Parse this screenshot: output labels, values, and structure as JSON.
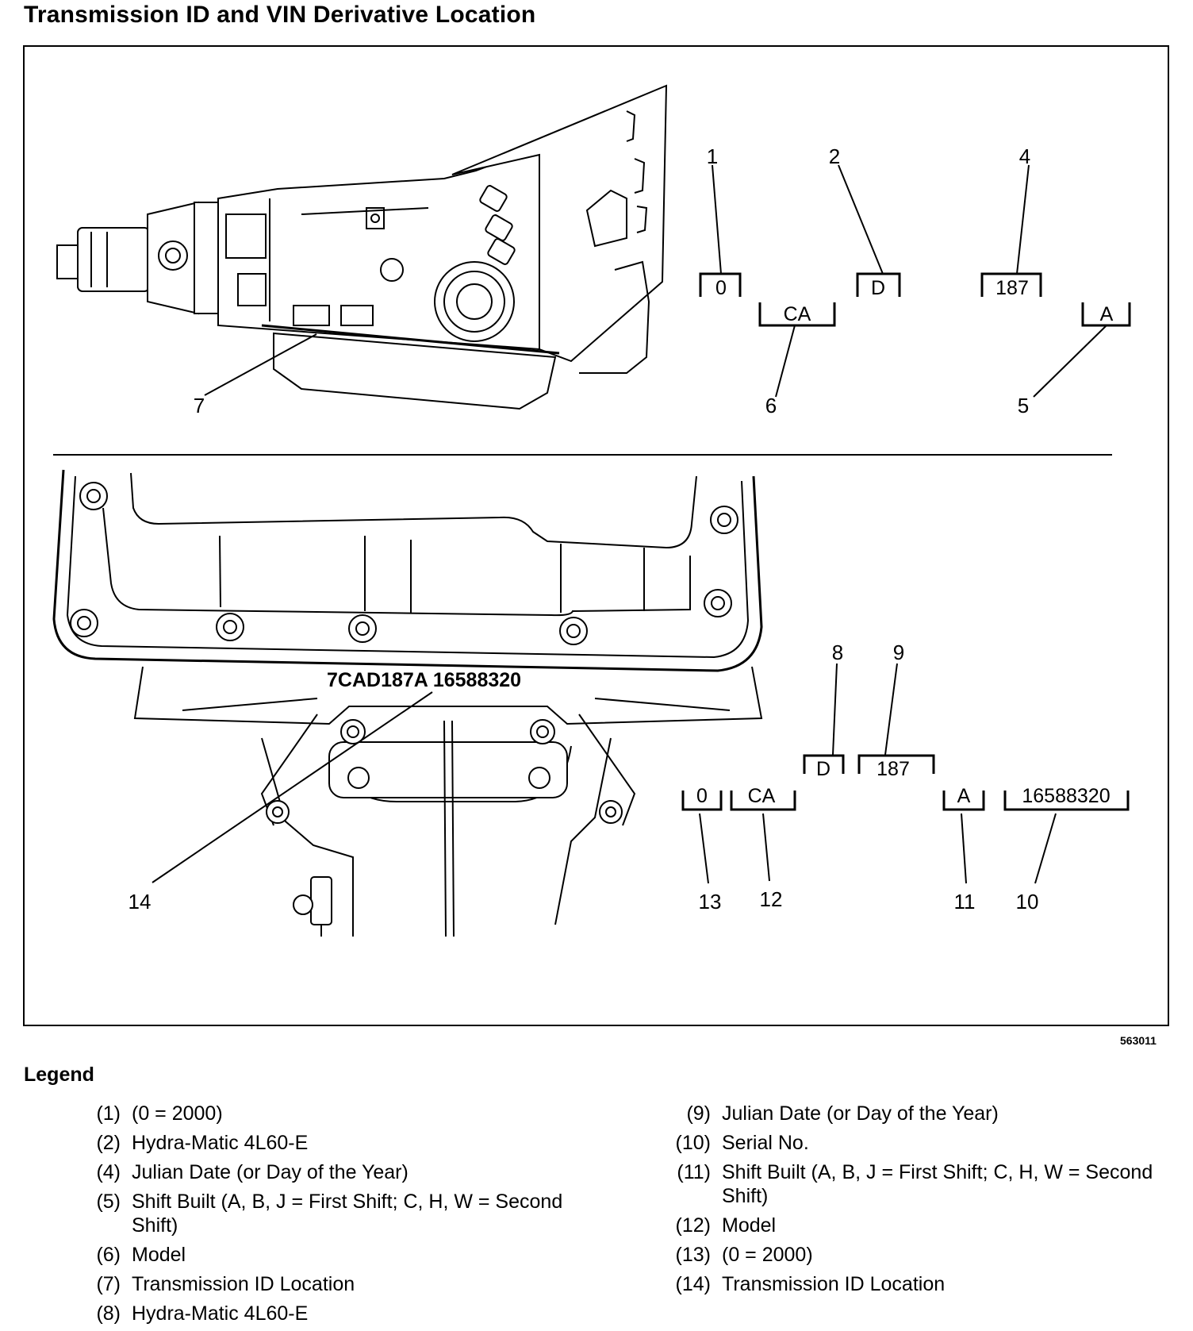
{
  "title": "Transmission ID and VIN Derivative Location",
  "figure_id": "563011",
  "top_diagram": {
    "callouts": [
      "1",
      "2",
      "4",
      "5",
      "6",
      "7"
    ],
    "boxes": {
      "year": "0",
      "model": "CA",
      "trans": "D",
      "julian": "187",
      "shift": "A"
    }
  },
  "bottom_diagram": {
    "stamp": "7CAD187A 16588320",
    "callouts": [
      "8",
      "9",
      "10",
      "11",
      "12",
      "13",
      "14"
    ],
    "boxes": {
      "year": "0",
      "model": "CA",
      "trans": "D",
      "julian": "187",
      "shift": "A",
      "serial": "16588320"
    }
  },
  "legend": {
    "title": "Legend",
    "left": [
      {
        "num": "(1)",
        "text": "(0 = 2000)"
      },
      {
        "num": "(2)",
        "text": "Hydra-Matic 4L60-E"
      },
      {
        "num": "(4)",
        "text": "Julian Date (or Day of the Year)"
      },
      {
        "num": "(5)",
        "text": "Shift Built (A, B, J = First Shift; C, H, W = Second Shift)"
      },
      {
        "num": "(6)",
        "text": "Model"
      },
      {
        "num": "(7)",
        "text": "Transmission ID Location"
      },
      {
        "num": "(8)",
        "text": "Hydra-Matic 4L60-E"
      }
    ],
    "right": [
      {
        "num": "(9)",
        "text": "Julian Date (or Day of the Year)"
      },
      {
        "num": "(10)",
        "text": "Serial No."
      },
      {
        "num": "(11)",
        "text": "Shift Built (A, B, J = First Shift; C, H, W = Second Shift)"
      },
      {
        "num": "(12)",
        "text": "Model"
      },
      {
        "num": "(13)",
        "text": "(0 = 2000)"
      },
      {
        "num": "(14)",
        "text": "Transmission ID Location"
      }
    ]
  }
}
